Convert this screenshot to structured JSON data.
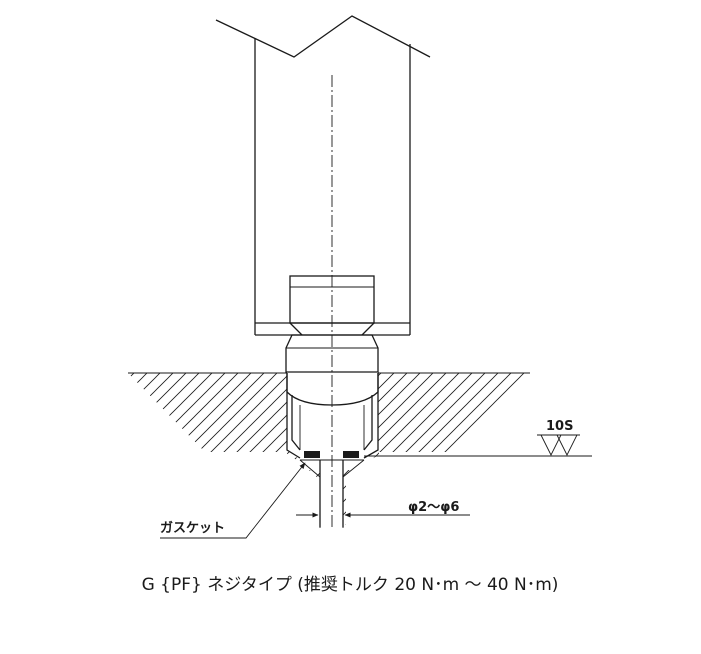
{
  "labels": {
    "gasket": "ガスケット",
    "diameter": "φ2〜φ6",
    "surface_finish": "10S"
  },
  "caption": "G {PF} ネジタイプ (推奨トルク 20 N･m 〜 40 N･m)"
}
